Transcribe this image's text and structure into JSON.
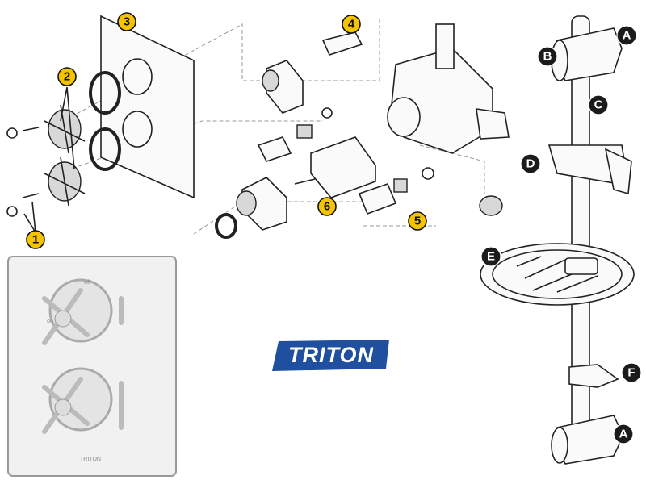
{
  "valve_labels": [
    "1",
    "2",
    "3",
    "4",
    "5",
    "6"
  ],
  "rail_labels": {
    "a_top": "A",
    "b": "B",
    "c": "C",
    "d": "D",
    "e": "E",
    "f": "F",
    "a_bottom": "A"
  },
  "photo": {
    "off_label": "off",
    "on_label": "on",
    "brand_mark": "TRITON"
  },
  "logo": {
    "text": "TRITON",
    "color": "#1f4f9e"
  },
  "colors": {
    "yellow_label": "#f5c400",
    "black_label": "#1b1b1b"
  }
}
